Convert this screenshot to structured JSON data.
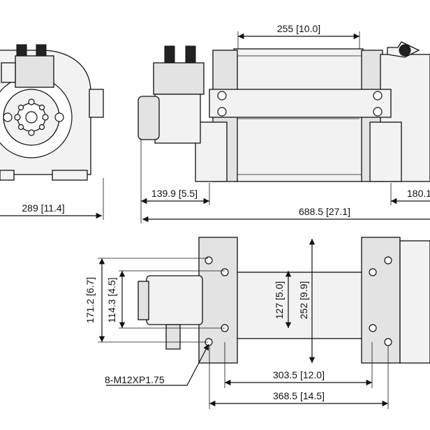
{
  "dimensions": {
    "drum_width": "255 [10.0]",
    "overall_width": "289 [11.4]",
    "motor_offset": "139.9 [5.5]",
    "overall_length": "688.5 [27.1]",
    "right_offset": "180.1",
    "height_171": "171.2 [6.7]",
    "height_114": "114.3 [4.5]",
    "drum_dia": "127 [5.0]",
    "flange_dia": "252 [9.9]",
    "mount_spacing": "303.5 [12.0]",
    "mount_outer": "368.5 [14.5]",
    "bolt_callout": "8-M12XP1.75"
  }
}
